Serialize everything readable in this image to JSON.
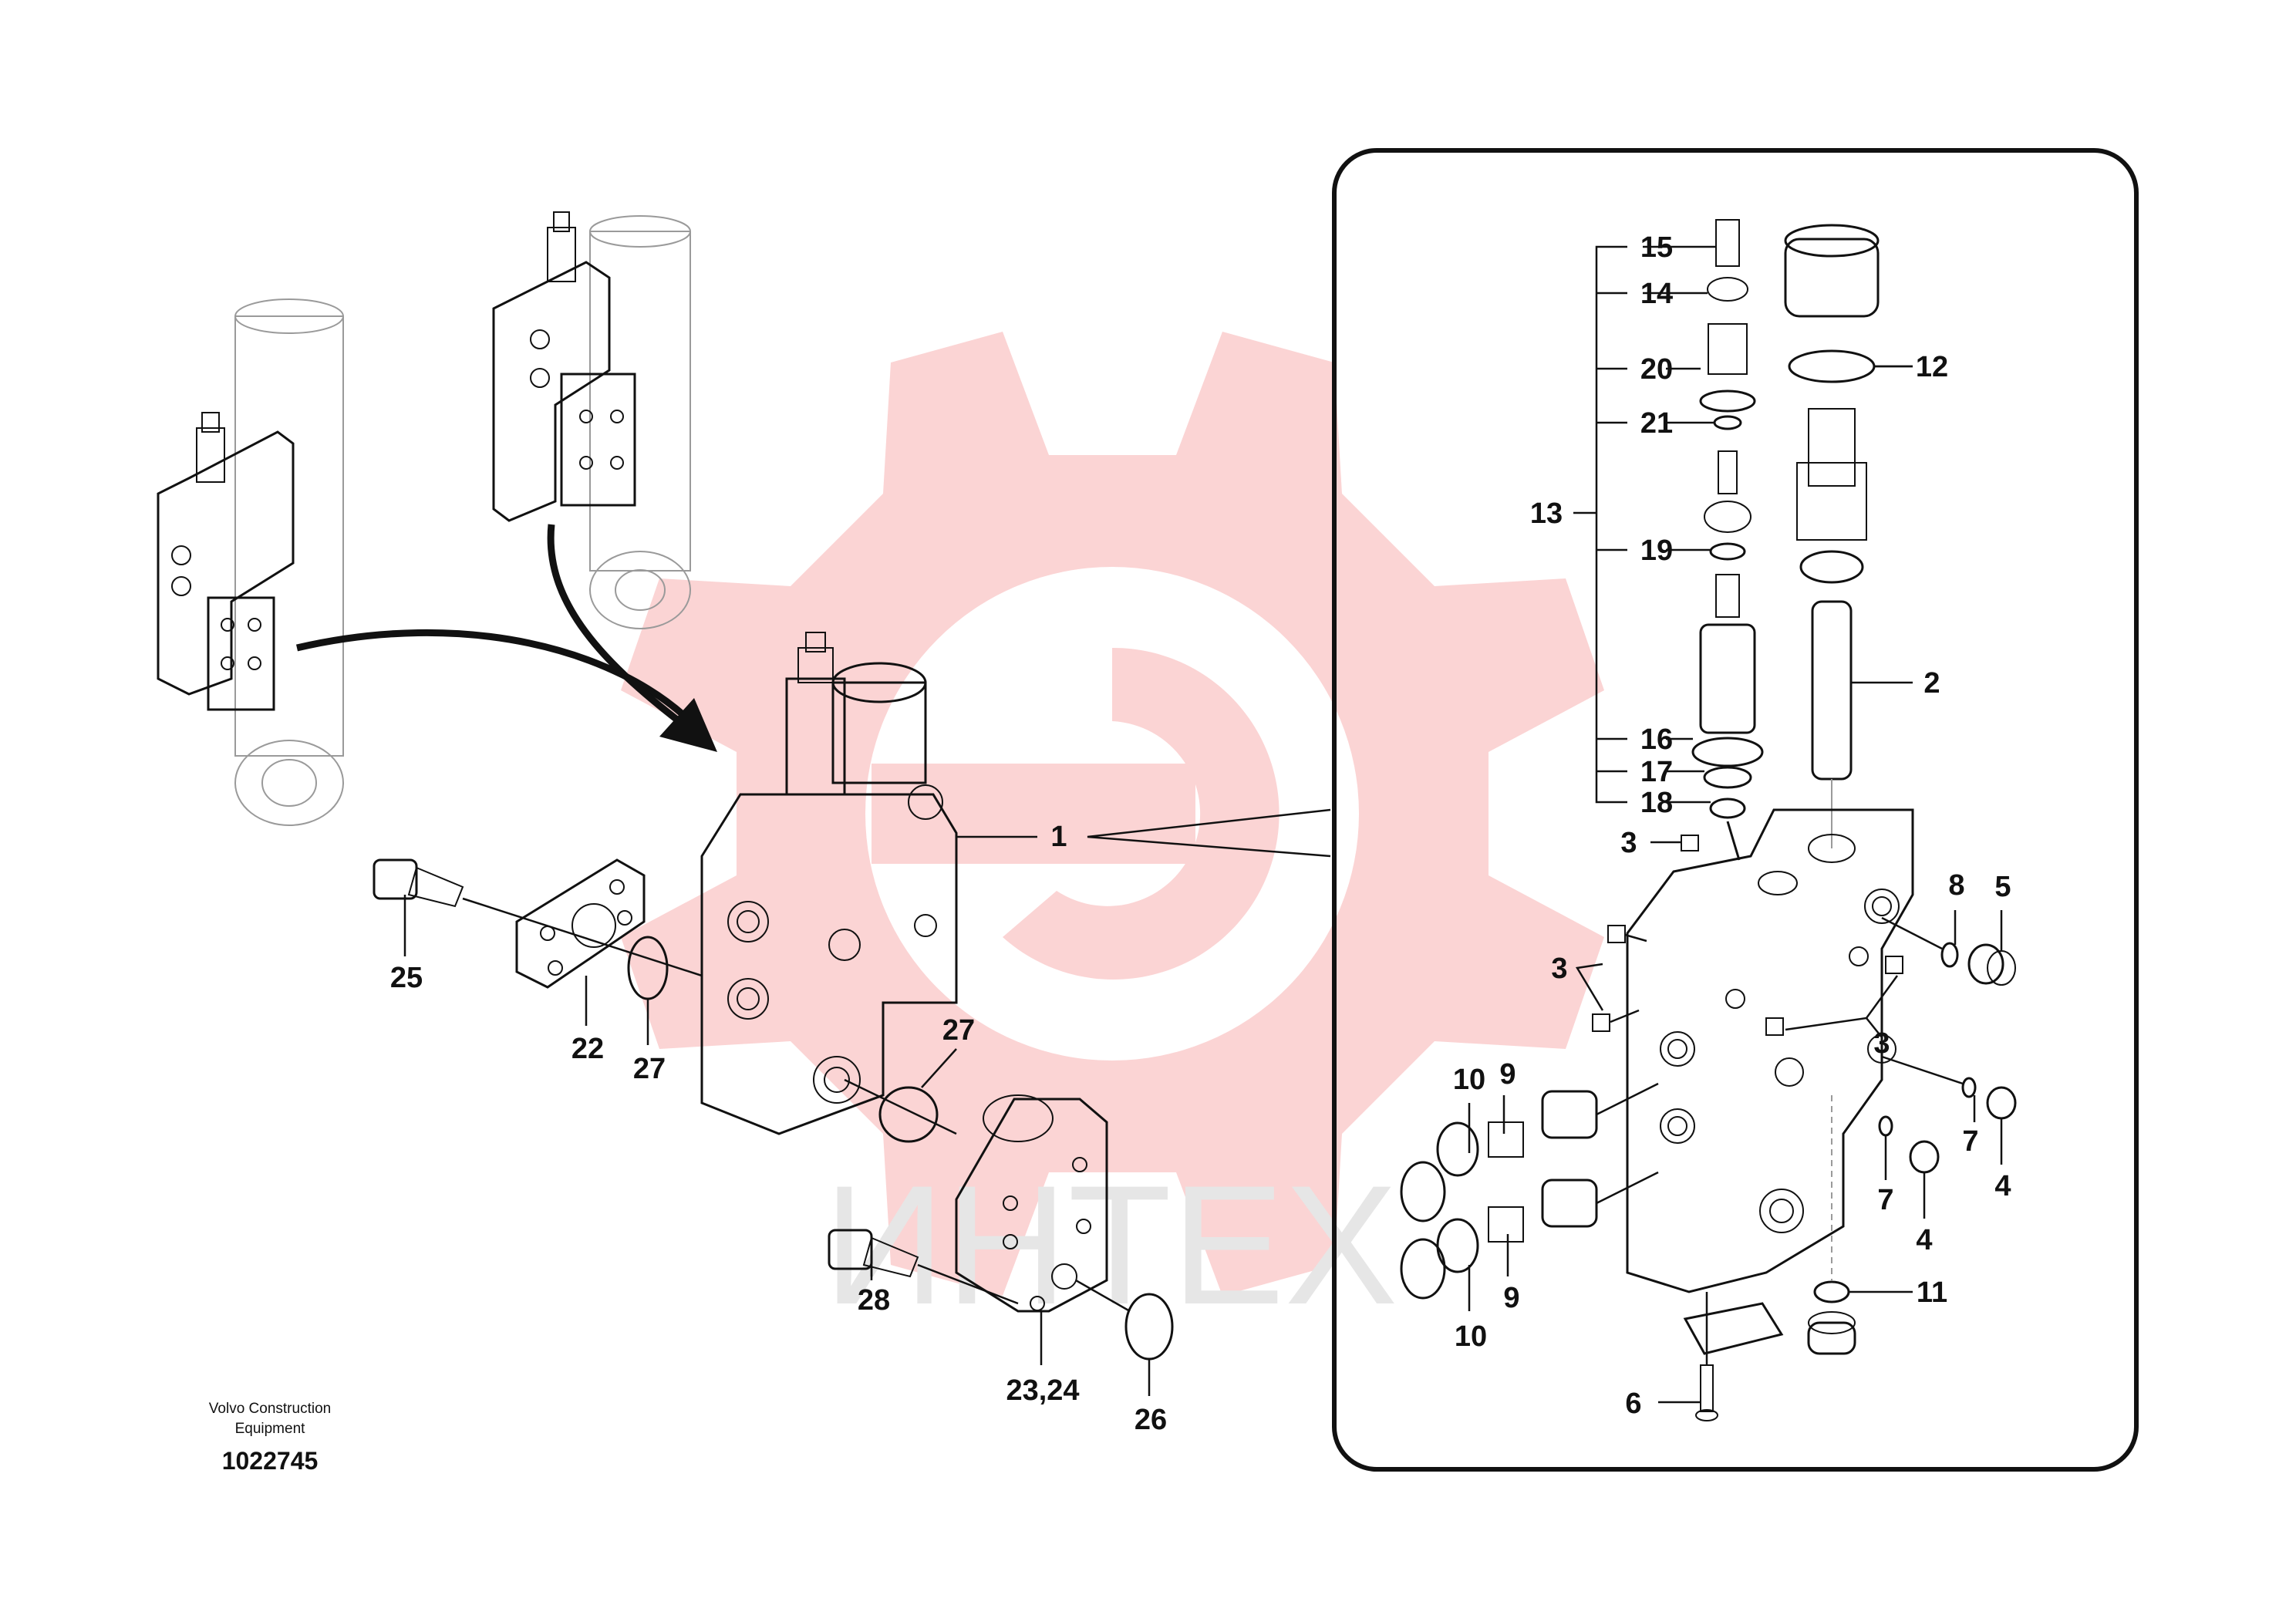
{
  "caption": {
    "line1": "Volvo Construction",
    "line2": "Equipment",
    "number": "1022745"
  },
  "watermark": {
    "text": "ИНТЕХ",
    "color": "#f6b1b1"
  },
  "labels": {
    "l1": "1",
    "l2": "2",
    "l3a": "3",
    "l3b": "3",
    "l3c": "3",
    "l4a": "4",
    "l4b": "4",
    "l5": "5",
    "l6": "6",
    "l7a": "7",
    "l7b": "7",
    "l8": "8",
    "l9a": "9",
    "l9b": "9",
    "l10a": "10",
    "l10b": "10",
    "l11": "11",
    "l12": "12",
    "l13": "13",
    "l14": "14",
    "l15": "15",
    "l16": "16",
    "l17": "17",
    "l18": "18",
    "l19": "19",
    "l20": "20",
    "l21": "21",
    "l22": "22",
    "l2324": "23,24",
    "l25": "25",
    "l26": "26",
    "l27a": "27",
    "l27b": "27",
    "l28": "28"
  }
}
